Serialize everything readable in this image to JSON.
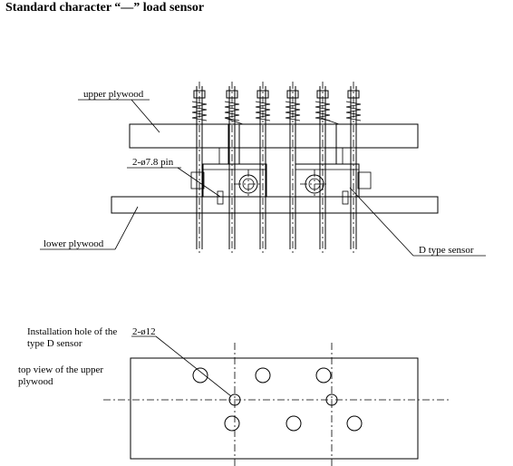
{
  "title": "Standard character “—” load sensor",
  "labels": {
    "upper_plywood": "upper plywood",
    "pin": "2-ø7.8 pin",
    "lower_plywood": "lower plywood",
    "d_type_sensor": "D type sensor",
    "install_hole_line1": "Installation hole of the",
    "install_hole_code": "2-ø12",
    "install_hole_line2": "type D sensor",
    "top_view_line1": "top view of the upper",
    "top_view_line2": "plywood"
  }
}
